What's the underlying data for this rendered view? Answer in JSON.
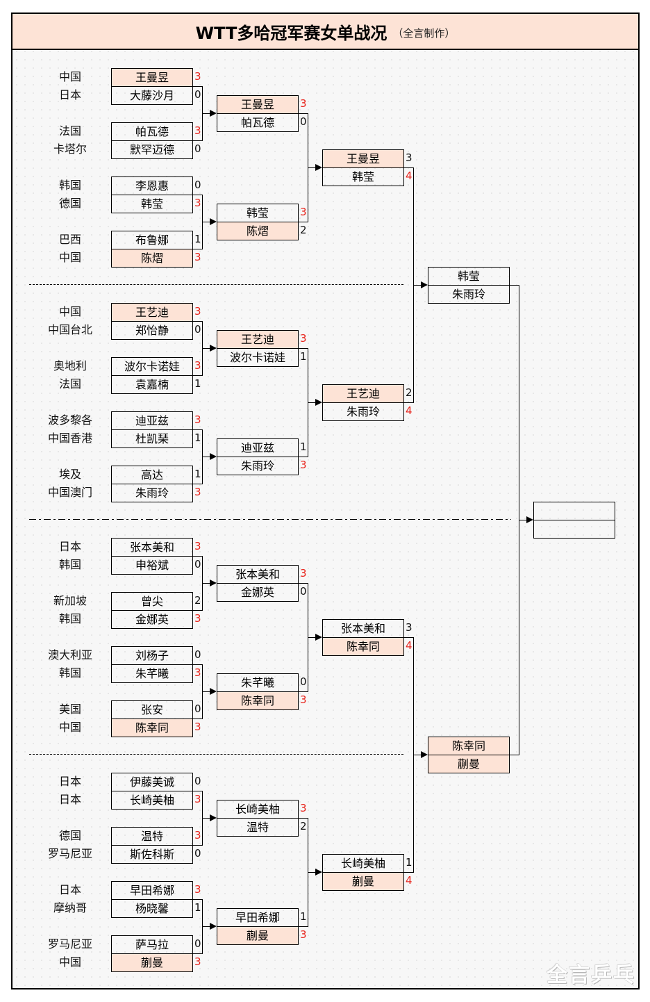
{
  "title": "WTT多哈冠军赛女单战况",
  "subtitle": "（全言制作）",
  "watermark": "全言乒乓",
  "colors": {
    "winner_fill": "#fde3d6",
    "winner_score": "#e8241c",
    "loser_score": "#111111"
  },
  "round1": [
    {
      "p1": {
        "name": "王曼昱",
        "country": "中国",
        "score": "3",
        "win": true,
        "highlight": true
      },
      "p2": {
        "name": "大藤沙月",
        "country": "日本",
        "score": "0",
        "win": false,
        "highlight": false
      }
    },
    {
      "p1": {
        "name": "帕瓦德",
        "country": "法国",
        "score": "3",
        "win": true,
        "highlight": false
      },
      "p2": {
        "name": "默罕迈德",
        "country": "卡塔尔",
        "score": "0",
        "win": false,
        "highlight": false
      }
    },
    {
      "p1": {
        "name": "李恩惠",
        "country": "韩国",
        "score": "0",
        "win": false,
        "highlight": false
      },
      "p2": {
        "name": "韩莹",
        "country": "德国",
        "score": "3",
        "win": true,
        "highlight": false
      }
    },
    {
      "p1": {
        "name": "布鲁娜",
        "country": "巴西",
        "score": "1",
        "win": false,
        "highlight": false
      },
      "p2": {
        "name": "陈熠",
        "country": "中国",
        "score": "3",
        "win": true,
        "highlight": true
      }
    },
    {
      "p1": {
        "name": "王艺迪",
        "country": "中国",
        "score": "3",
        "win": true,
        "highlight": true
      },
      "p2": {
        "name": "郑怡静",
        "country": "中国台北",
        "score": "0",
        "win": false,
        "highlight": false
      }
    },
    {
      "p1": {
        "name": "波尔卡诺娃",
        "country": "奥地利",
        "score": "3",
        "win": true,
        "highlight": false
      },
      "p2": {
        "name": "袁嘉楠",
        "country": "法国",
        "score": "1",
        "win": false,
        "highlight": false
      }
    },
    {
      "p1": {
        "name": "迪亚兹",
        "country": "波多黎各",
        "score": "3",
        "win": true,
        "highlight": false
      },
      "p2": {
        "name": "杜凯琹",
        "country": "中国香港",
        "score": "1",
        "win": false,
        "highlight": false
      }
    },
    {
      "p1": {
        "name": "高达",
        "country": "埃及",
        "score": "1",
        "win": false,
        "highlight": false
      },
      "p2": {
        "name": "朱雨玲",
        "country": "中国澳门",
        "score": "3",
        "win": true,
        "highlight": false
      }
    },
    {
      "p1": {
        "name": "张本美和",
        "country": "日本",
        "score": "3",
        "win": true,
        "highlight": false
      },
      "p2": {
        "name": "申裕斌",
        "country": "韩国",
        "score": "0",
        "win": false,
        "highlight": false
      }
    },
    {
      "p1": {
        "name": "曾尖",
        "country": "新加坡",
        "score": "2",
        "win": false,
        "highlight": false
      },
      "p2": {
        "name": "金娜英",
        "country": "韩国",
        "score": "3",
        "win": true,
        "highlight": false
      }
    },
    {
      "p1": {
        "name": "刘杨子",
        "country": "澳大利亚",
        "score": "0",
        "win": false,
        "highlight": false
      },
      "p2": {
        "name": "朱芊曦",
        "country": "韩国",
        "score": "3",
        "win": true,
        "highlight": false
      }
    },
    {
      "p1": {
        "name": "张安",
        "country": "美国",
        "score": "0",
        "win": false,
        "highlight": false
      },
      "p2": {
        "name": "陈幸同",
        "country": "中国",
        "score": "3",
        "win": true,
        "highlight": true
      }
    },
    {
      "p1": {
        "name": "伊藤美诚",
        "country": "日本",
        "score": "0",
        "win": false,
        "highlight": false
      },
      "p2": {
        "name": "长崎美柚",
        "country": "日本",
        "score": "3",
        "win": true,
        "highlight": false
      }
    },
    {
      "p1": {
        "name": "温特",
        "country": "德国",
        "score": "3",
        "win": true,
        "highlight": false
      },
      "p2": {
        "name": "斯佐科斯",
        "country": "罗马尼亚",
        "score": "0",
        "win": false,
        "highlight": false
      }
    },
    {
      "p1": {
        "name": "早田希娜",
        "country": "日本",
        "score": "3",
        "win": true,
        "highlight": false
      },
      "p2": {
        "name": "杨晓馨",
        "country": "摩纳哥",
        "score": "1",
        "win": false,
        "highlight": false
      }
    },
    {
      "p1": {
        "name": "萨马拉",
        "country": "罗马尼亚",
        "score": "0",
        "win": false,
        "highlight": false
      },
      "p2": {
        "name": "蒯曼",
        "country": "中国",
        "score": "3",
        "win": true,
        "highlight": true
      }
    }
  ],
  "round2": [
    {
      "p1": {
        "name": "王曼昱",
        "score": "3",
        "win": true,
        "highlight": true
      },
      "p2": {
        "name": "帕瓦德",
        "score": "0",
        "win": false,
        "highlight": false
      }
    },
    {
      "p1": {
        "name": "韩莹",
        "score": "3",
        "win": true,
        "highlight": false
      },
      "p2": {
        "name": "陈熠",
        "score": "2",
        "win": false,
        "highlight": true
      }
    },
    {
      "p1": {
        "name": "王艺迪",
        "score": "3",
        "win": true,
        "highlight": true
      },
      "p2": {
        "name": "波尔卡诺娃",
        "score": "1",
        "win": false,
        "highlight": false
      }
    },
    {
      "p1": {
        "name": "迪亚兹",
        "score": "1",
        "win": false,
        "highlight": false
      },
      "p2": {
        "name": "朱雨玲",
        "score": "3",
        "win": true,
        "highlight": false
      }
    },
    {
      "p1": {
        "name": "张本美和",
        "score": "3",
        "win": true,
        "highlight": false
      },
      "p2": {
        "name": "金娜英",
        "score": "0",
        "win": false,
        "highlight": false
      }
    },
    {
      "p1": {
        "name": "朱芊曦",
        "score": "0",
        "win": false,
        "highlight": false
      },
      "p2": {
        "name": "陈幸同",
        "score": "3",
        "win": true,
        "highlight": true
      }
    },
    {
      "p1": {
        "name": "长崎美柚",
        "score": "3",
        "win": true,
        "highlight": false
      },
      "p2": {
        "name": "温特",
        "score": "2",
        "win": false,
        "highlight": false
      }
    },
    {
      "p1": {
        "name": "早田希娜",
        "score": "1",
        "win": false,
        "highlight": false
      },
      "p2": {
        "name": "蒯曼",
        "score": "3",
        "win": true,
        "highlight": true
      }
    }
  ],
  "quarterfinals": [
    {
      "p1": {
        "name": "王曼昱",
        "score": "3",
        "win": false,
        "highlight": true
      },
      "p2": {
        "name": "韩莹",
        "score": "4",
        "win": true,
        "highlight": false
      }
    },
    {
      "p1": {
        "name": "王艺迪",
        "score": "2",
        "win": false,
        "highlight": true
      },
      "p2": {
        "name": "朱雨玲",
        "score": "4",
        "win": true,
        "highlight": false
      }
    },
    {
      "p1": {
        "name": "张本美和",
        "score": "3",
        "win": false,
        "highlight": false
      },
      "p2": {
        "name": "陈幸同",
        "score": "4",
        "win": true,
        "highlight": true
      }
    },
    {
      "p1": {
        "name": "长崎美柚",
        "score": "1",
        "win": false,
        "highlight": false
      },
      "p2": {
        "name": "蒯曼",
        "score": "4",
        "win": true,
        "highlight": true
      }
    }
  ],
  "semifinals": [
    {
      "p1": {
        "name": "韩莹",
        "score": "",
        "highlight": false
      },
      "p2": {
        "name": "朱雨玲",
        "score": "",
        "highlight": false
      }
    },
    {
      "p1": {
        "name": "陈幸同",
        "score": "",
        "highlight": true
      },
      "p2": {
        "name": "蒯曼",
        "score": "",
        "highlight": true
      }
    }
  ],
  "final": {
    "p1": {
      "name": "",
      "score": "",
      "highlight": false
    },
    "p2": {
      "name": "",
      "score": "",
      "highlight": false
    }
  }
}
